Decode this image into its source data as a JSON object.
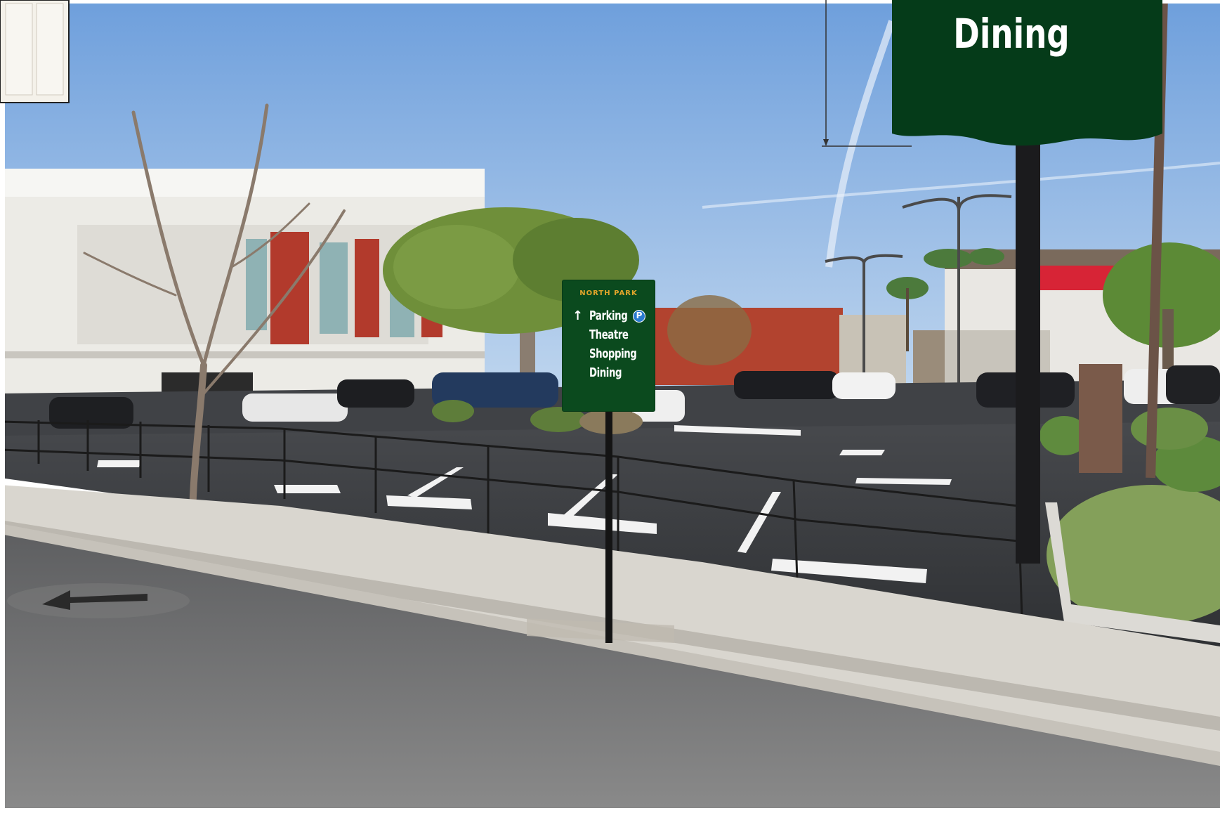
{
  "large_sign": {
    "label": "Dining",
    "panel_color": "#053b19"
  },
  "small_sign": {
    "brand": "NORTH PARK",
    "arrow": "↑",
    "destinations": [
      "Parking",
      "Theatre",
      "Shopping",
      "Dining"
    ],
    "parking_symbol": "P",
    "panel_color": "#0b4a1e",
    "brand_color": "#e2a52b",
    "parking_symbol_color": "#2a7bd0"
  },
  "colors": {
    "sky": "#8fb6e6",
    "asphalt": "#3b3d40",
    "sidewalk": "#d9d6cf",
    "red_curb": "#d8242f",
    "building_red": "#b23a2c",
    "foliage": "#6f8f3a"
  }
}
